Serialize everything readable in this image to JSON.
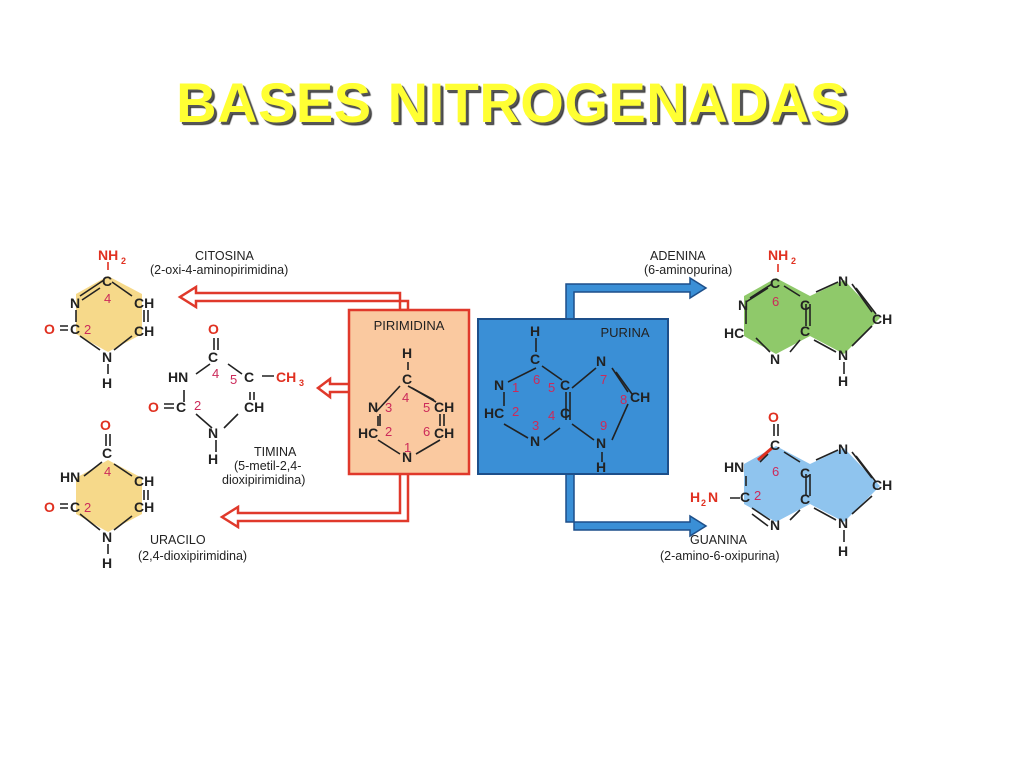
{
  "title": "BASES NITROGENADAS",
  "center": {
    "pyrimidine_label": "PIRIMIDINA",
    "purine_label": "PURINA"
  },
  "bases": {
    "cytosine": {
      "name": "CITOSINA",
      "systematic": "(2-oxi-4-aminopirimidina)"
    },
    "thymine": {
      "name": "TIMINA",
      "systematic_line1": "(5-metil-2,4-",
      "systematic_line2": "dioxipirimidina)"
    },
    "uracil": {
      "name": "URACILO",
      "systematic": "(2,4-dioxipirimidina)"
    },
    "adenine": {
      "name": "ADENINA",
      "systematic": "(6-aminopurina)"
    },
    "guanine": {
      "name": "GUANINA",
      "systematic": "(2-amino-6-oxipurina)"
    }
  },
  "atoms": {
    "NH2": "NH",
    "sub2": "2",
    "N": "N",
    "C": "C",
    "CH": "CH",
    "HC": "HC",
    "H": "H",
    "O": "O",
    "HN": "HN",
    "CH3": "CH",
    "sub3": "3",
    "H2N": "H",
    "O_eq_C": "O = C",
    "dash": "—"
  },
  "numbers": {
    "n1": "1",
    "n2": "2",
    "n3": "3",
    "n4": "4",
    "n5": "5",
    "n6": "6",
    "n7": "7",
    "n8": "8",
    "n9": "9"
  },
  "colors": {
    "title": "#ffff33",
    "pyrimidine_fill": "#fac9a0",
    "pyrimidine_border": "#e0392b",
    "purine_fill": "#3a8fd6",
    "purine_border": "#1d4f8a",
    "pyr_ring": "#f6d98a",
    "adenine_ring": "#8fc96a",
    "guanine_ring": "#8fc4ee",
    "red_arrow": "#e0392b",
    "blue_arrow": "#3a8fd6",
    "number": "#cc2a5a"
  }
}
